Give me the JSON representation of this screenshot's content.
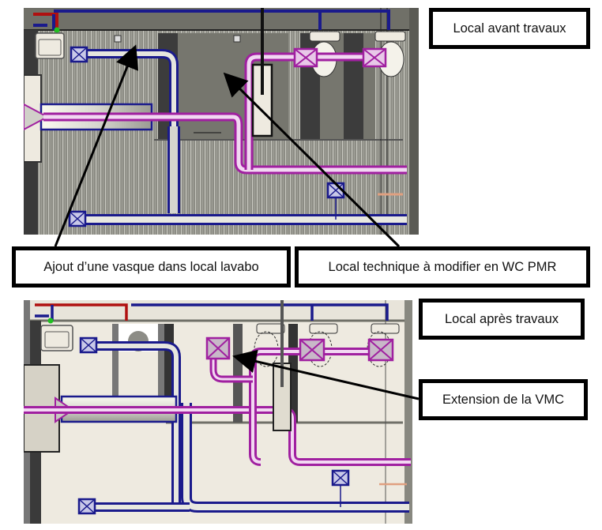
{
  "figure": {
    "type": "HVAC ductwork floor plan comparison",
    "colors": {
      "supply_duct": "#1a1a8c",
      "extract_duct": "#a020a0",
      "hot_water_pipe": "#b01010",
      "cold_water_pipe": "#1a1a8c",
      "gas_fitting": "#e0a080",
      "before_background": "#8a8a82",
      "after_background": "#eeeae0",
      "wall": "#3a3a3a"
    }
  },
  "panels": {
    "before": {
      "label": "Local avant travaux"
    },
    "after": {
      "label": "Local après travaux"
    }
  },
  "callouts": {
    "vasque": "Ajout d’une vasque dans local lavabo",
    "technique": "Local technique à modifier en WC PMR",
    "vmc": "Extension de la VMC"
  }
}
